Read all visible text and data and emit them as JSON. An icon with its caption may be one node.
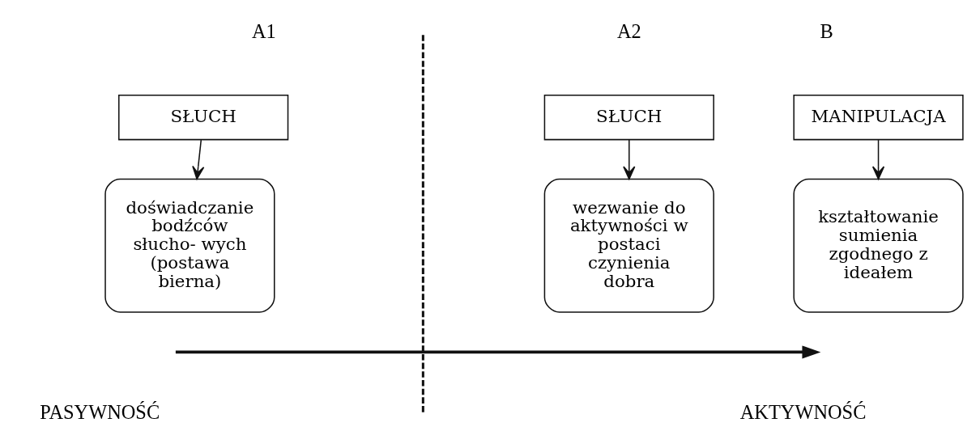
{
  "diagram": {
    "nodes": [
      {
        "text": [
          "SŁUCH"
        ]
      },
      {
        "text": [
          "doświadczanie bodźców słucho- wych (postawa bierna)"
        ]
      },
      {
        "text": [
          "SŁUCH"
        ]
      },
      {
        "text": [
          "wezwanie do aktywności w postaci czynienia dobra"
        ]
      },
      {
        "text": [
          "MANIPULACJA"
        ]
      },
      {
        "text": [
          "kształtowanie sumienia zgodnego z ideałem"
        ]
      }
    ],
    "edges": [
      {
        "from": 0,
        "to": 1,
        "arrow": "to"
      },
      {
        "from": 2,
        "to": 3,
        "arrow": "to"
      },
      {
        "from": 4,
        "to": 5,
        "arrow": "to"
      }
    ],
    "labels": [
      "A1",
      "A2",
      "B",
      "PASYWNOŚĆ",
      "AKTYWNOŚĆ"
    ]
  }
}
